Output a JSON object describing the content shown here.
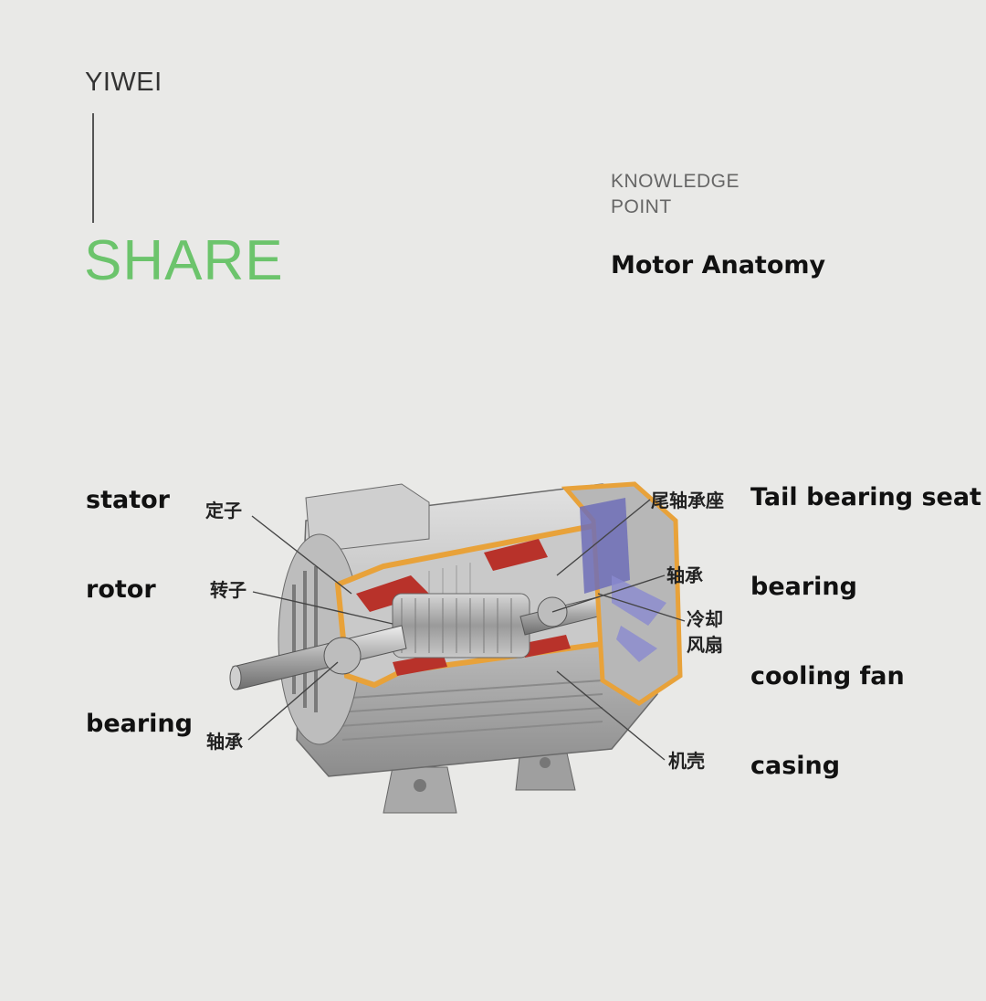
{
  "brand": "YIWEI",
  "share": "SHARE",
  "knowledge_point": [
    "KNOWLEDGE",
    "POINT"
  ],
  "subtitle": "Motor Anatomy",
  "labels_en": {
    "stator": "stator",
    "rotor": "rotor",
    "bearing_left": "bearing",
    "tail_bearing_seat": "Tail bearing seat",
    "bearing_right": "bearing",
    "cooling_fan": "cooling fan",
    "casing": "casing"
  },
  "labels_cn": {
    "stator": "定子",
    "rotor": "转子",
    "bearing_left": "轴承",
    "tail_bearing_seat": "尾轴承座",
    "bearing_right": "轴承",
    "cooling_fan_1": "冷却",
    "cooling_fan_2": "风扇",
    "casing": "机壳"
  },
  "colors": {
    "accent_green": "#6cc46c",
    "background": "#e9e9e7",
    "cutaway_orange": "#e8a23a",
    "winding_red": "#b8322a",
    "fan_blue": "#6f6fb8"
  }
}
